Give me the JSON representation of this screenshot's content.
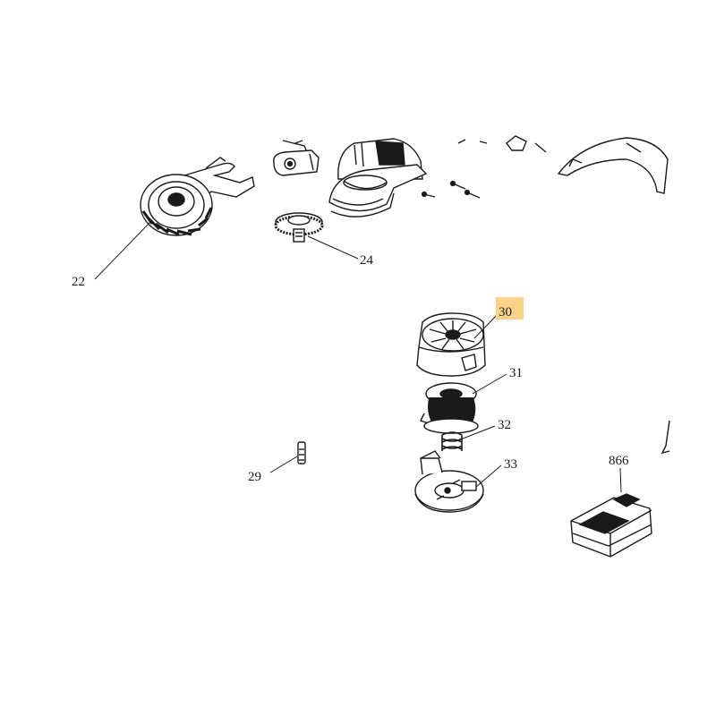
{
  "colors": {
    "background": "#ffffff",
    "line": "#1a1a1a",
    "highlight": "#fbd38a"
  },
  "callouts": {
    "c22": "22",
    "c24": "24",
    "c29": "29",
    "c30": "30",
    "c31": "31",
    "c32": "32",
    "c33": "33",
    "c866": "866"
  },
  "highlighted_callout": "30"
}
